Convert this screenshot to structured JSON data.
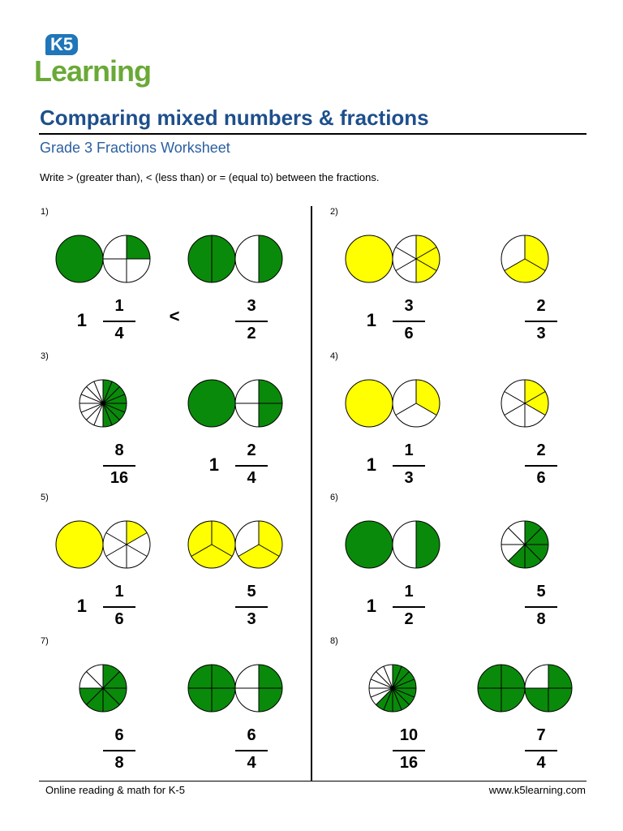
{
  "brand": {
    "badge": "K5",
    "word": "Learning",
    "blue": "#1f76b8",
    "green": "#6aa937"
  },
  "header": {
    "title": "Comparing mixed numbers & fractions",
    "subtitle": "Grade 3 Fractions Worksheet",
    "instructions": "Write > (greater than), < (less than) or = (equal to) between the fractions."
  },
  "colors": {
    "green": "#0a8a0a",
    "yellow": "#ffff00",
    "title": "#1e4f8c",
    "subtitle": "#2c5fa0"
  },
  "problems": [
    {
      "label": "1)",
      "answer": "<",
      "left": {
        "whole": "1",
        "num": "1",
        "den": "4",
        "color": "green",
        "circles": [
          [
            1,
            1
          ],
          [
            4,
            1
          ]
        ]
      },
      "right": {
        "whole": "",
        "num": "3",
        "den": "2",
        "color": "green",
        "circles": [
          [
            2,
            2
          ],
          [
            2,
            1
          ]
        ]
      }
    },
    {
      "label": "2)",
      "answer": "",
      "left": {
        "whole": "1",
        "num": "3",
        "den": "6",
        "color": "yellow",
        "circles": [
          [
            1,
            1
          ],
          [
            6,
            3
          ]
        ]
      },
      "right": {
        "whole": "",
        "num": "2",
        "den": "3",
        "color": "yellow",
        "circles": [
          [
            3,
            2
          ]
        ]
      }
    },
    {
      "label": "3)",
      "answer": "",
      "left": {
        "whole": "",
        "num": "8",
        "den": "16",
        "color": "green",
        "circles": [
          [
            16,
            8
          ]
        ]
      },
      "right": {
        "whole": "1",
        "num": "2",
        "den": "4",
        "color": "green",
        "circles": [
          [
            1,
            1
          ],
          [
            4,
            2
          ]
        ]
      }
    },
    {
      "label": "4)",
      "answer": "",
      "left": {
        "whole": "1",
        "num": "1",
        "den": "3",
        "color": "yellow",
        "circles": [
          [
            1,
            1
          ],
          [
            3,
            1
          ]
        ]
      },
      "right": {
        "whole": "",
        "num": "2",
        "den": "6",
        "color": "yellow",
        "circles": [
          [
            6,
            2
          ]
        ]
      }
    },
    {
      "label": "5)",
      "answer": "",
      "left": {
        "whole": "1",
        "num": "1",
        "den": "6",
        "color": "yellow",
        "circles": [
          [
            1,
            1
          ],
          [
            6,
            1
          ]
        ]
      },
      "right": {
        "whole": "",
        "num": "5",
        "den": "3",
        "color": "yellow",
        "circles": [
          [
            3,
            3
          ],
          [
            3,
            2
          ]
        ]
      }
    },
    {
      "label": "6)",
      "answer": "",
      "left": {
        "whole": "1",
        "num": "1",
        "den": "2",
        "color": "green",
        "circles": [
          [
            1,
            1
          ],
          [
            2,
            1
          ]
        ]
      },
      "right": {
        "whole": "",
        "num": "5",
        "den": "8",
        "color": "green",
        "circles": [
          [
            8,
            5
          ]
        ]
      }
    },
    {
      "label": "7)",
      "answer": "",
      "left": {
        "whole": "",
        "num": "6",
        "den": "8",
        "color": "green",
        "circles": [
          [
            8,
            6
          ]
        ]
      },
      "right": {
        "whole": "",
        "num": "6",
        "den": "4",
        "color": "green",
        "circles": [
          [
            4,
            4
          ],
          [
            4,
            2
          ]
        ]
      }
    },
    {
      "label": "8)",
      "answer": "",
      "left": {
        "whole": "",
        "num": "10",
        "den": "16",
        "color": "green",
        "circles": [
          [
            16,
            10
          ]
        ]
      },
      "right": {
        "whole": "",
        "num": "7",
        "den": "4",
        "color": "green",
        "circles": [
          [
            4,
            4
          ],
          [
            4,
            3
          ]
        ]
      }
    }
  ],
  "footer": {
    "left": "Online reading & math for K-5",
    "right": "www.k5learning.com"
  }
}
